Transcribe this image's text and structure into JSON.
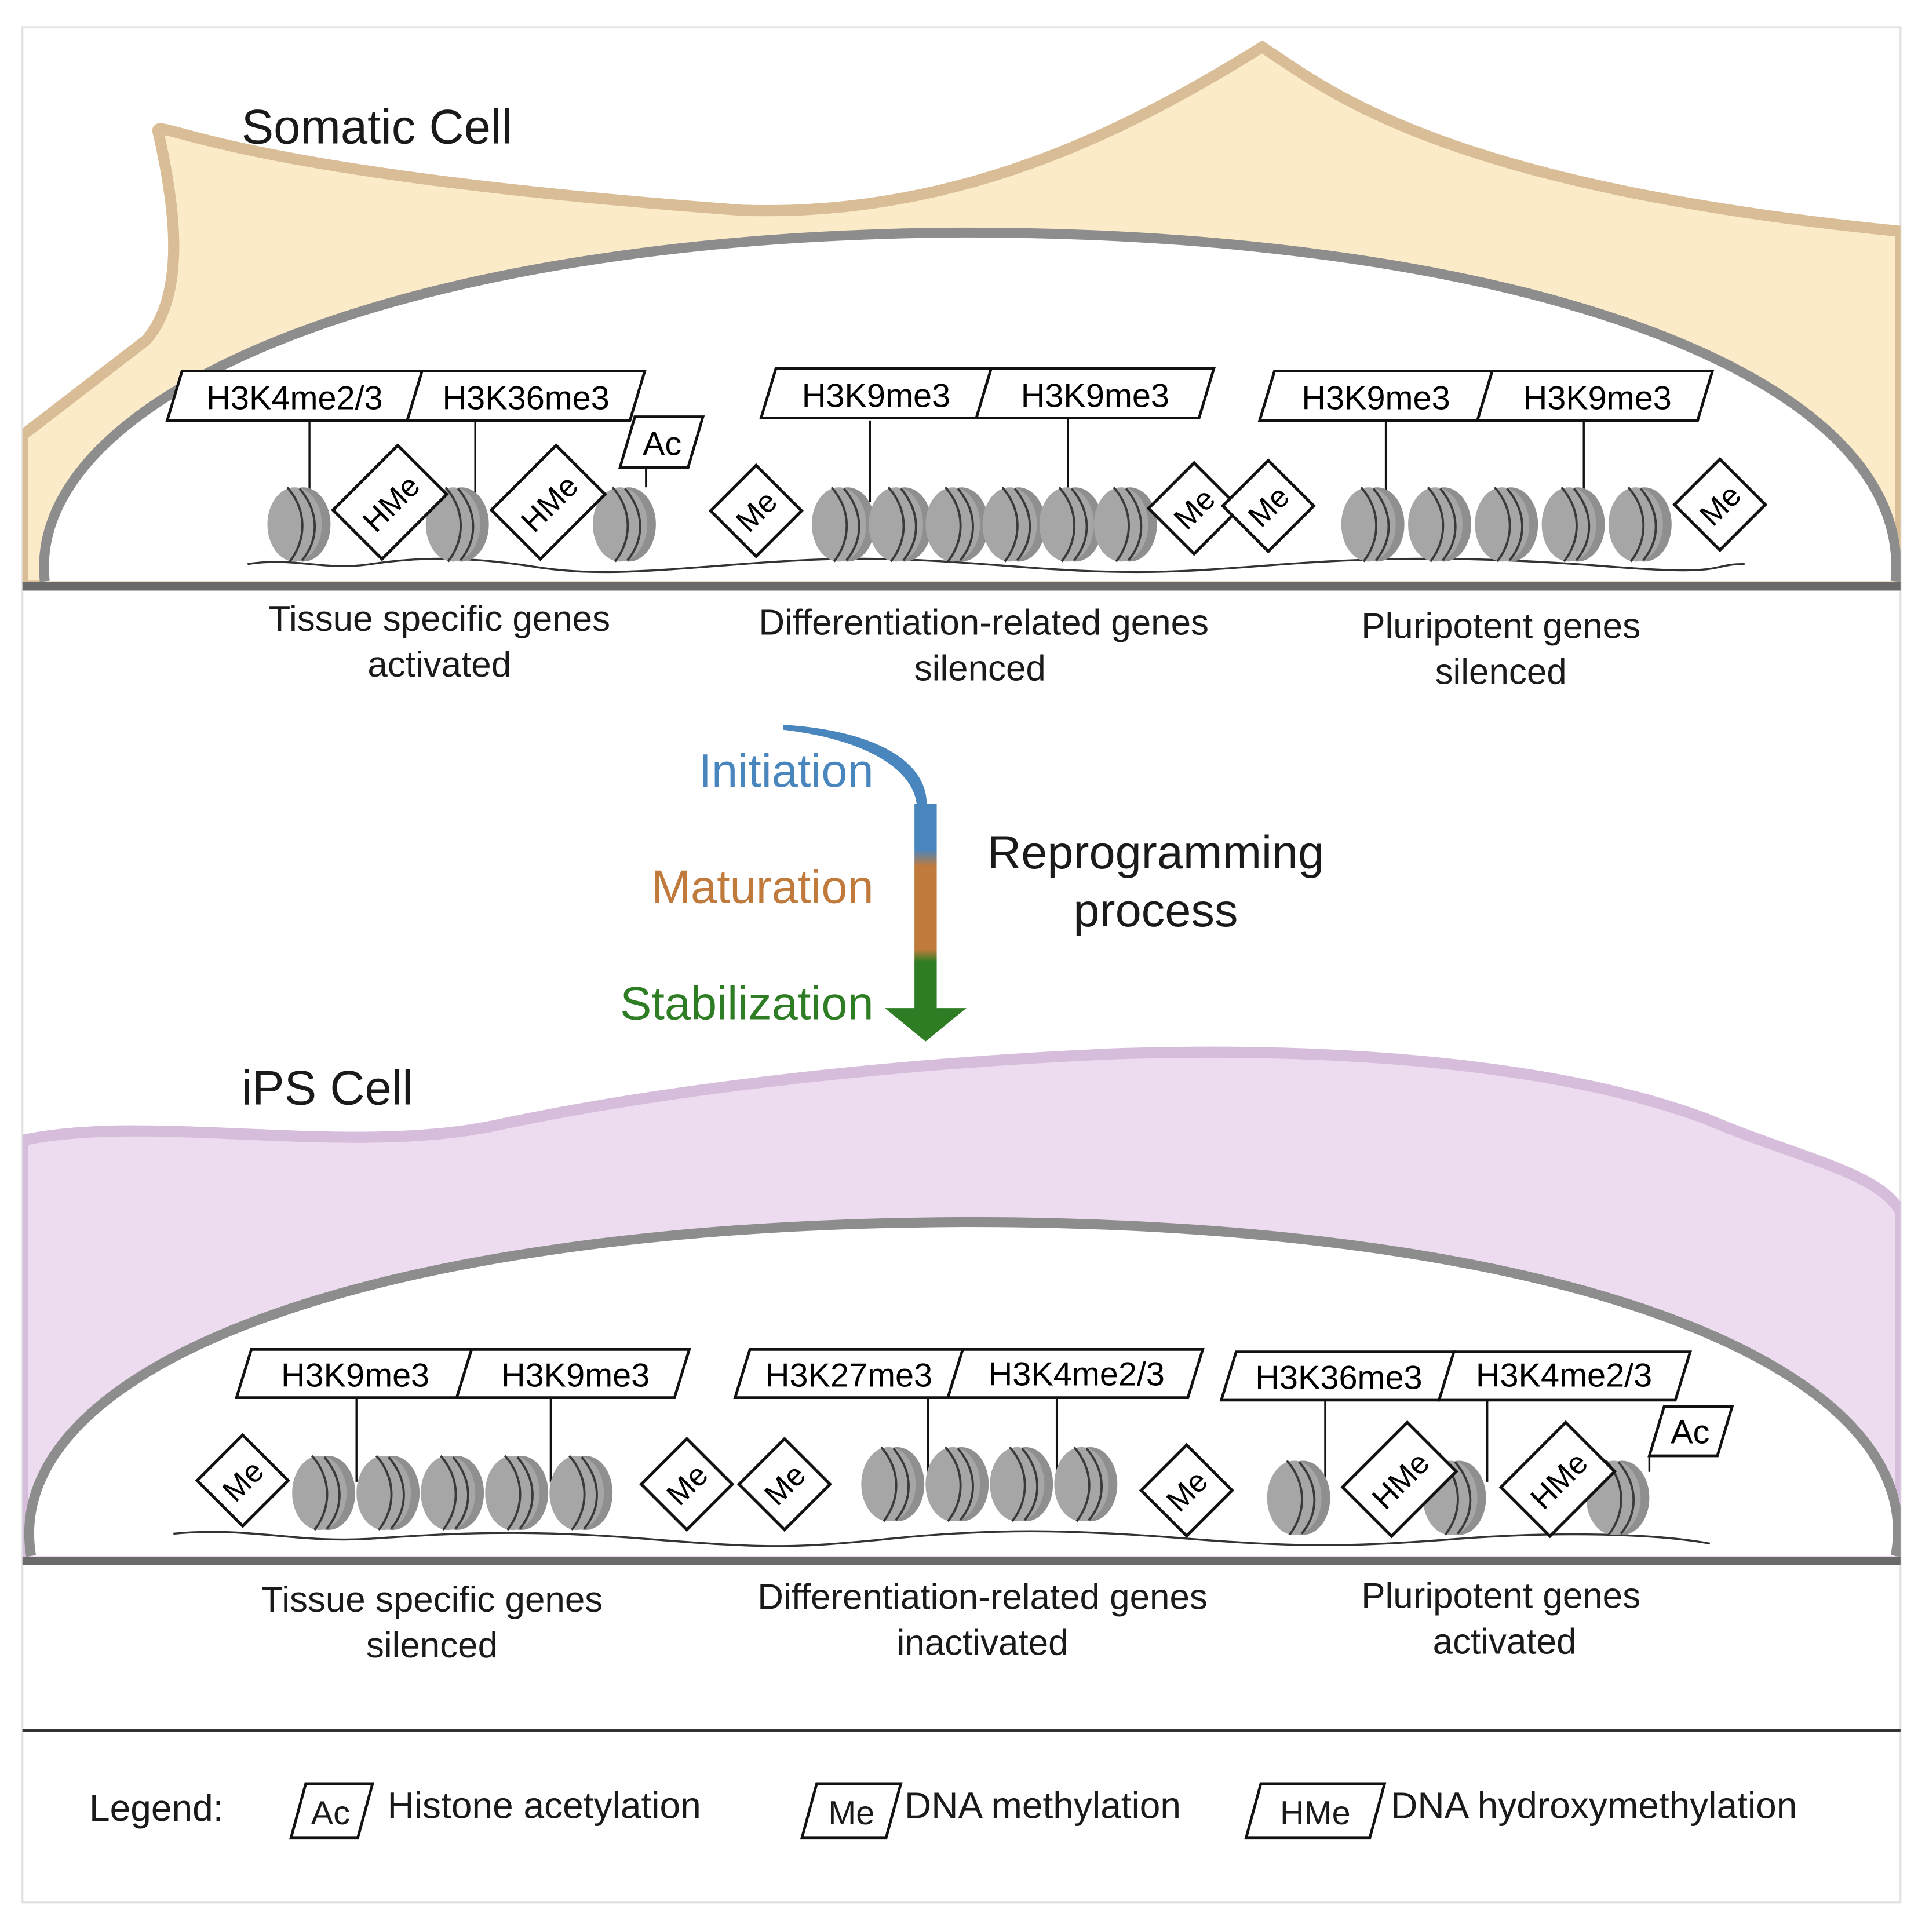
{
  "top_panel": {
    "cell_label": "Somatic Cell",
    "marks": [
      "H3K4me2/3",
      "H3K36me3",
      "H3K9me3",
      "H3K9me3",
      "H3K9me3",
      "H3K9me3"
    ],
    "regions": [
      {
        "line1": "Tissue specific genes",
        "line2": "activated"
      },
      {
        "line1": "Differentiation-related genes",
        "line2": "silenced"
      },
      {
        "line1": "Pluripotent genes",
        "line2": "silenced"
      }
    ]
  },
  "process": {
    "stages": [
      "Initiation",
      "Maturation",
      "Stabilization"
    ],
    "title_line1": "Reprogramming",
    "title_line2": "process",
    "colors": {
      "initiation": "#4a86be",
      "maturation": "#c07a3c",
      "stabilization": "#2e7d24"
    }
  },
  "bottom_panel": {
    "cell_label": "iPS Cell",
    "marks": [
      "H3K9me3",
      "H3K9me3",
      "H3K27me3",
      "H3K4me2/3",
      "H3K36me3",
      "H3K4me2/3"
    ],
    "regions": [
      {
        "line1": "Tissue specific genes",
        "line2": "silenced"
      },
      {
        "line1": "Differentiation-related genes",
        "line2": "inactivated"
      },
      {
        "line1": "Pluripotent genes",
        "line2": "activated"
      }
    ]
  },
  "badges": {
    "ac": "Ac",
    "me": "Me",
    "hme": "HMe"
  },
  "legend": {
    "title": "Legend:",
    "items": [
      {
        "symbol": "Ac",
        "label": "Histone acetylation"
      },
      {
        "symbol": "Me",
        "label": "DNA methylation"
      },
      {
        "symbol": "HMe",
        "label": "DNA hydroxymethylation"
      }
    ]
  },
  "colors": {
    "somatic_fill": "#fcebc8",
    "somatic_stroke": "#d9bd97",
    "ips_fill": "#eddcef",
    "ips_stroke": "#d7bddc",
    "nucleus_stroke": "#8d8d8d",
    "nucleosome": "#a6a6a6"
  }
}
